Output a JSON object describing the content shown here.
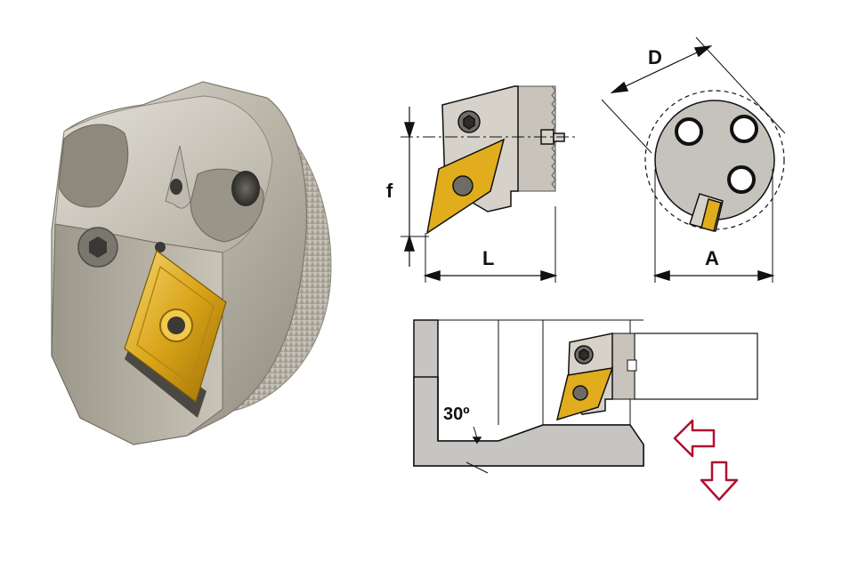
{
  "dimensions": {
    "f": "f",
    "L": "L",
    "D": "D",
    "A": "A"
  },
  "angle_label": "30º",
  "colors": {
    "insert_gold": "#e2ad1c",
    "body_gray": "#d4d0c8",
    "steel_gray": "#bdbab2",
    "workpiece_gray": "#c7c5c1",
    "arrow_red": "#b01030"
  },
  "icons": [
    "hex-socket-icon",
    "feed-arrow-left-icon",
    "feed-arrow-down-icon"
  ]
}
